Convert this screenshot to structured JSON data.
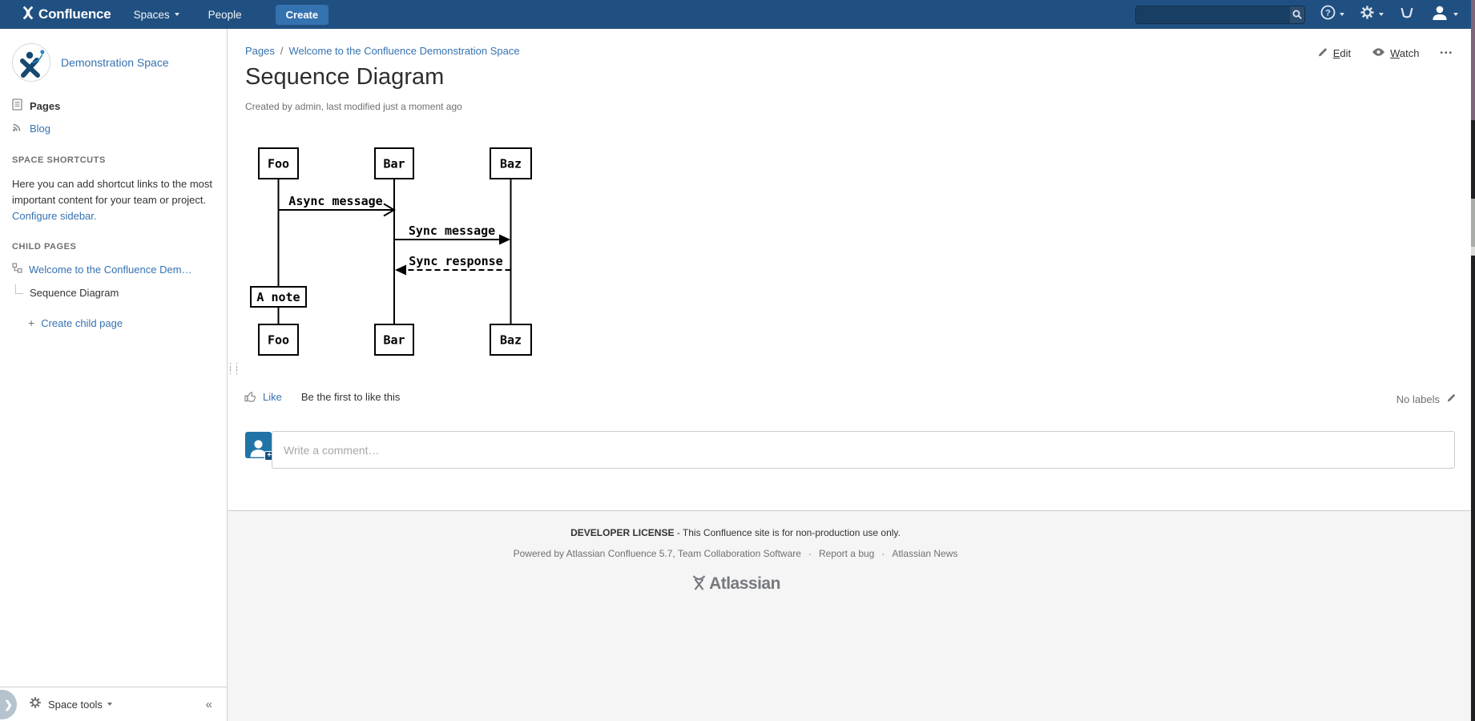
{
  "header": {
    "product": "Confluence",
    "spaces_label": "Spaces",
    "people_label": "People",
    "create_label": "Create",
    "search_value": ""
  },
  "sidebar": {
    "space_name": "Demonstration Space",
    "pages_label": "Pages",
    "blog_label": "Blog",
    "shortcuts_heading": "SPACE SHORTCUTS",
    "shortcuts_text": "Here you can add shortcut links to the most important content for your team or project. ",
    "shortcuts_link": "Configure sidebar.",
    "child_pages_heading": "CHILD PAGES",
    "child_page_parent": "Welcome to the Confluence Dem…",
    "child_page_current": "Sequence Diagram",
    "create_child_plus": "+",
    "create_child_label": "Create child page",
    "space_tools_label": "Space tools",
    "collapse_glyph": "«"
  },
  "page": {
    "breadcrumb_root": "Pages",
    "breadcrumb_sep": "/",
    "breadcrumb_parent": "Welcome to the Confluence Demonstration Space",
    "title": "Sequence Diagram",
    "byline": "Created by admin, last modified just a moment ago",
    "edit_key": "E",
    "edit_rest": "dit",
    "watch_key": "W",
    "watch_rest": "atch",
    "more_glyph": "•••"
  },
  "diagram": {
    "type": "sequence",
    "actors": [
      "Foo",
      "Bar",
      "Baz"
    ],
    "messages": [
      {
        "from": "Foo",
        "to": "Bar",
        "label": "Async message",
        "line": "solid",
        "arrowhead": "open"
      },
      {
        "from": "Bar",
        "to": "Baz",
        "label": "Sync message",
        "line": "solid",
        "arrowhead": "filled"
      },
      {
        "from": "Baz",
        "to": "Bar",
        "label": "Sync response",
        "line": "dashed",
        "arrowhead": "filled"
      }
    ],
    "note": "A note"
  },
  "social": {
    "like_label": "Like",
    "like_hint": "Be the first to like this",
    "labels_text": "No labels"
  },
  "comment": {
    "placeholder": "Write a comment…"
  },
  "footer": {
    "license_bold": "DEVELOPER LICENSE",
    "license_rest": " - This Confluence site is for non-production use only.",
    "powered_by": "Powered by Atlassian Confluence 5.7, Team Collaboration Software",
    "dot": "·",
    "report_bug": "Report a bug",
    "atlassian_news": "Atlassian News",
    "brand": "Atlassian"
  },
  "colors": {
    "header_bg": "#205081",
    "accent_blue": "#3572b0",
    "footer_bg": "#f5f5f5"
  }
}
